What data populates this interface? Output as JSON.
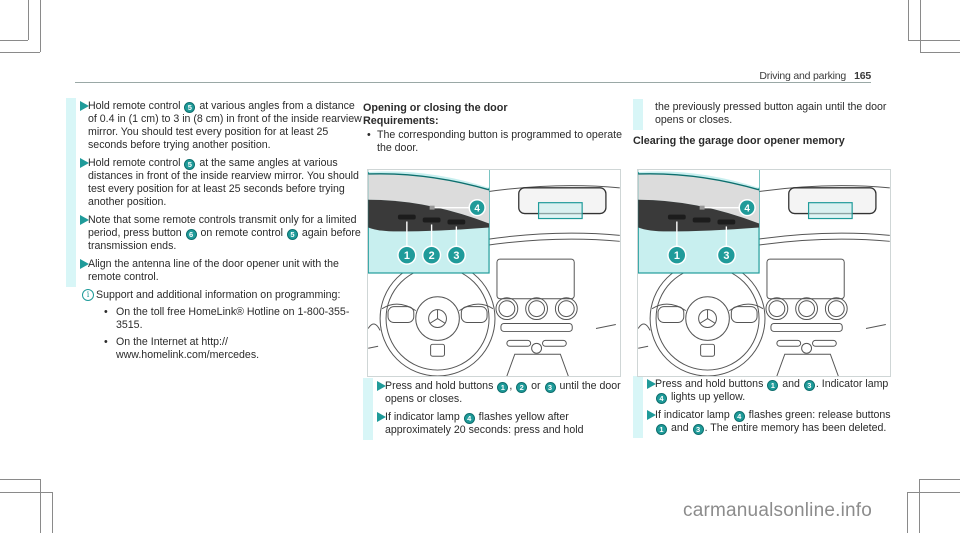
{
  "header": {
    "section": "Driving and parking",
    "page_number": "165"
  },
  "column1": {
    "steps": [
      {
        "parts": [
          "Hold remote control ",
          {
            "callout": "5"
          },
          " at various angles from a distance of 0.4 in (1 cm) to 3 in (8 cm) in front of the inside rearview mirror. You should test every position for at least 25 seconds before trying another position."
        ]
      },
      {
        "parts": [
          "Hold remote control ",
          {
            "callout": "5"
          },
          " at the same angles at various distances in front of the inside rearview mirror. You should test every position for at least 25 seconds before trying another position."
        ]
      },
      {
        "parts": [
          "Note that some remote controls transmit only for a limited period, press button ",
          {
            "callout": "6"
          },
          " on remote control ",
          {
            "callout": "5"
          },
          " again before transmission ends."
        ]
      },
      {
        "parts": [
          "Align the antenna line of the door opener unit with the remote control."
        ]
      }
    ],
    "info": {
      "icon": "info-icon",
      "text": "Support and additional information on programming:",
      "items": [
        "On the toll free HomeLink® Hotline on 1-800-355-3515.",
        "On the Internet at http:// www.homelink.com/mercedes."
      ]
    }
  },
  "column2": {
    "heading": "Opening or closing the door",
    "requirements_label": "Requirements:",
    "requirements": [
      "The corresponding button is programmed to operate the door."
    ],
    "figure": {
      "callouts": [
        "1",
        "2",
        "3",
        "4"
      ],
      "description": "Inside rearview mirror with garage door opener buttons 1, 2, 3 and indicator lamp 4"
    },
    "steps": [
      {
        "parts": [
          "Press and hold buttons ",
          {
            "callout": "1"
          },
          ", ",
          {
            "callout": "2"
          },
          " or ",
          {
            "callout": "3"
          },
          " until the door opens or closes."
        ]
      },
      {
        "parts": [
          "If indicator lamp ",
          {
            "callout": "4"
          },
          " flashes yellow after approximately 20 seconds: press and hold"
        ]
      }
    ]
  },
  "column3": {
    "continuation": "the previously pressed button again until the door opens or closes.",
    "heading": "Clearing the garage door opener memory",
    "figure": {
      "callouts": [
        "1",
        "3",
        "4"
      ],
      "description": "Inside rearview mirror with garage door opener buttons 1, 3 and indicator lamp 4"
    },
    "steps": [
      {
        "parts": [
          "Press and hold buttons ",
          {
            "callout": "1"
          },
          " and ",
          {
            "callout": "3"
          },
          ". Indicator lamp ",
          {
            "callout": "4"
          },
          " lights up yellow."
        ]
      },
      {
        "parts": [
          "If indicator lamp ",
          {
            "callout": "4"
          },
          " flashes green: release buttons ",
          {
            "callout": "1"
          },
          " and ",
          {
            "callout": "3"
          },
          ". The entire memory has been deleted."
        ]
      }
    ]
  },
  "watermark": "carmanualsonline.info",
  "colors": {
    "accent": "#1f9b9a",
    "bar": "#d8f6f7",
    "inset": "#c8efef"
  }
}
